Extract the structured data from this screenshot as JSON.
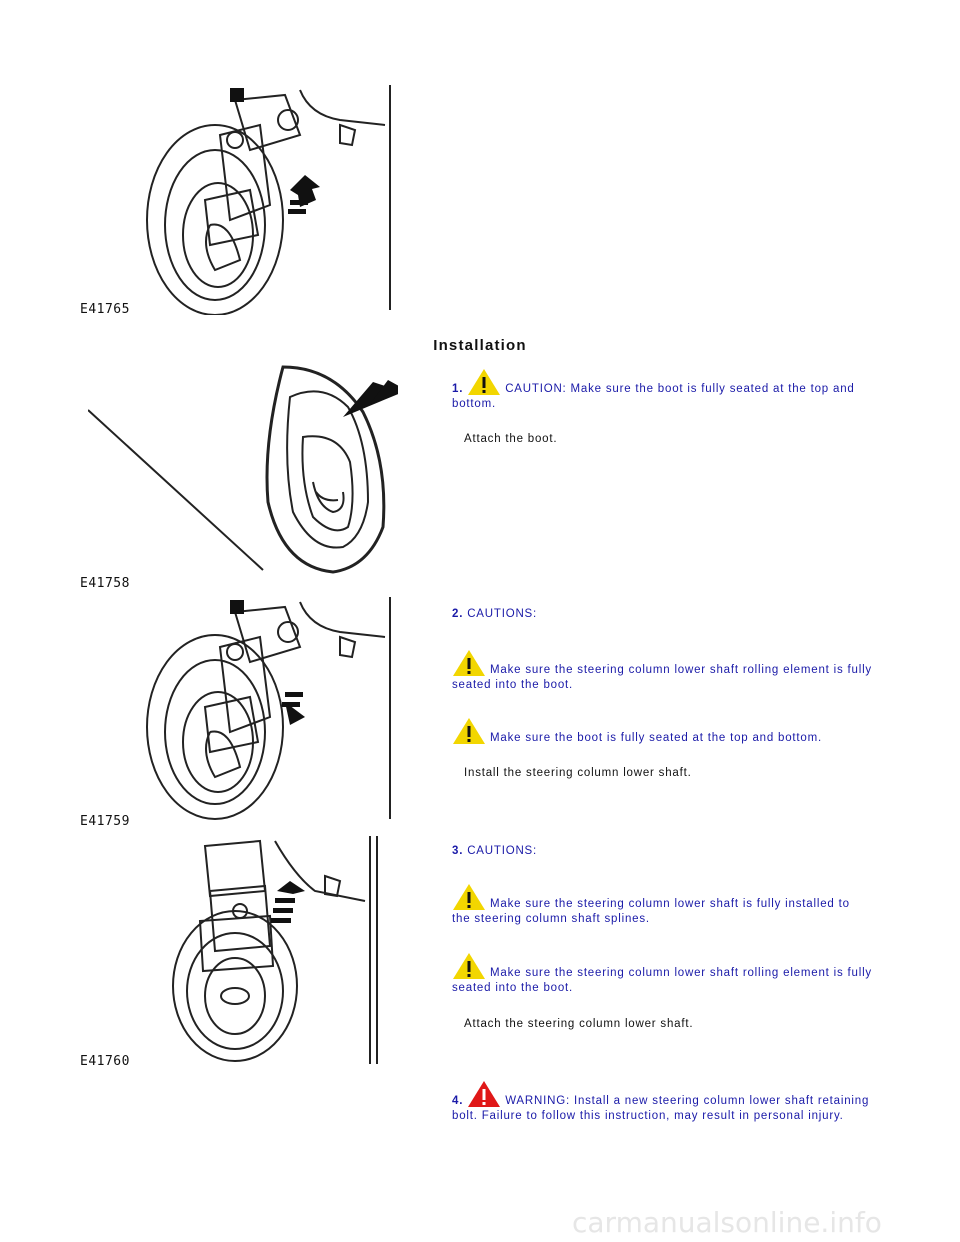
{
  "heading": "Installation",
  "figures": [
    "E41765",
    "E41758",
    "E41759",
    "E41760"
  ],
  "steps": [
    {
      "num": "1.",
      "alerts": [
        "CAUTION: Make sure the boot is fully seated at the top and bottom."
      ],
      "action": "Attach the boot."
    },
    {
      "num": "2.",
      "title": "CAUTIONS:",
      "alerts": [
        "Make sure the steering column lower shaft rolling element is fully seated into the boot.",
        "Make sure the boot is fully seated at the top and bottom."
      ],
      "action": "Install the steering column lower shaft."
    },
    {
      "num": "3.",
      "title": "CAUTIONS:",
      "alerts": [
        "Make sure the steering column lower shaft is fully installed to the steering column shaft splines.",
        "Make sure the steering column lower shaft rolling element is fully seated into the boot."
      ],
      "action": "Attach the steering column lower shaft."
    },
    {
      "num": "4.",
      "alerts": [
        "WARNING: Install a new steering column lower shaft retaining bolt. Failure to follow this instruction, may result in personal injury."
      ]
    }
  ],
  "watermark": "carmanualsonline.info",
  "colors": {
    "text": "#1a1aa8",
    "caution": "#f2d600",
    "warning": "#e01818"
  }
}
